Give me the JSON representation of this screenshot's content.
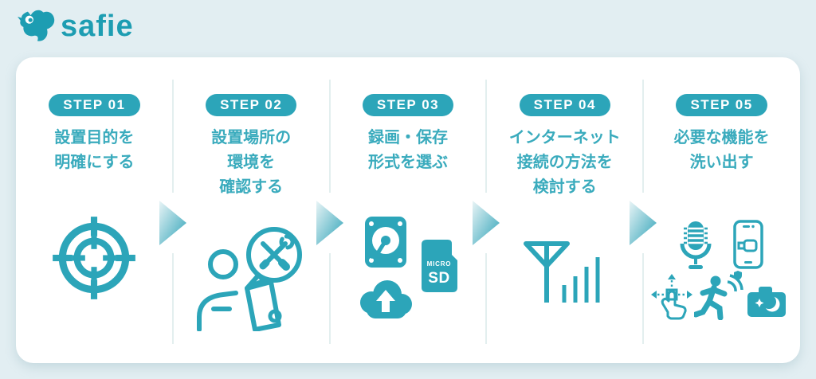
{
  "brand": {
    "logo_text": "safie"
  },
  "colors": {
    "teal": "#2ca5b9",
    "title_teal": "#3aabbd",
    "background": "#e2eef2",
    "card": "#ffffff",
    "divider": "#e3efef"
  },
  "steps": [
    {
      "badge": "STEP 01",
      "lines": [
        "設置目的を",
        "明確にする"
      ]
    },
    {
      "badge": "STEP 02",
      "lines": [
        "設置場所の",
        "環境を",
        "確認する"
      ]
    },
    {
      "badge": "STEP 03",
      "lines": [
        "録画・保存",
        "形式を選ぶ"
      ],
      "sd_card": {
        "small": "MICRO",
        "large": "SD"
      }
    },
    {
      "badge": "STEP 04",
      "lines": [
        "インターネット",
        "接続の方法を",
        "検討する"
      ]
    },
    {
      "badge": "STEP 05",
      "lines": [
        "必要な機能を",
        "洗い出す"
      ]
    }
  ]
}
